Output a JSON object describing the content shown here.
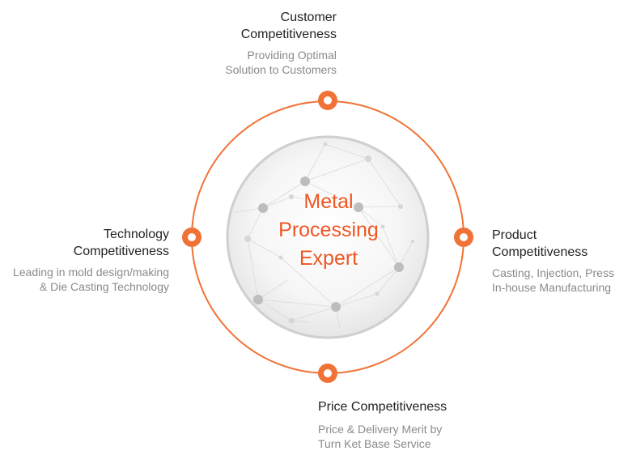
{
  "accent_color": "#f07236",
  "center": {
    "lines": [
      "Metal",
      "Processing",
      "Expert"
    ]
  },
  "nodes": {
    "top": {
      "title_lines": [
        "Customer",
        "Competitiveness"
      ],
      "desc_lines": [
        "Providing Optimal",
        "Solution to Customers"
      ]
    },
    "right": {
      "title_lines": [
        "Product",
        "Competitiveness"
      ],
      "desc_lines": [
        "Casting, Injection, Press",
        "In-house Manufacturing"
      ]
    },
    "bottom": {
      "title_lines": [
        "Price Competitiveness"
      ],
      "desc_lines": [
        "Price & Delivery Merit by",
        "Turn Ket Base Service"
      ]
    },
    "left": {
      "title_lines": [
        "Technology",
        "Competitiveness"
      ],
      "desc_lines": [
        "Leading in mold design/making",
        "& Die Casting Technology"
      ]
    }
  }
}
